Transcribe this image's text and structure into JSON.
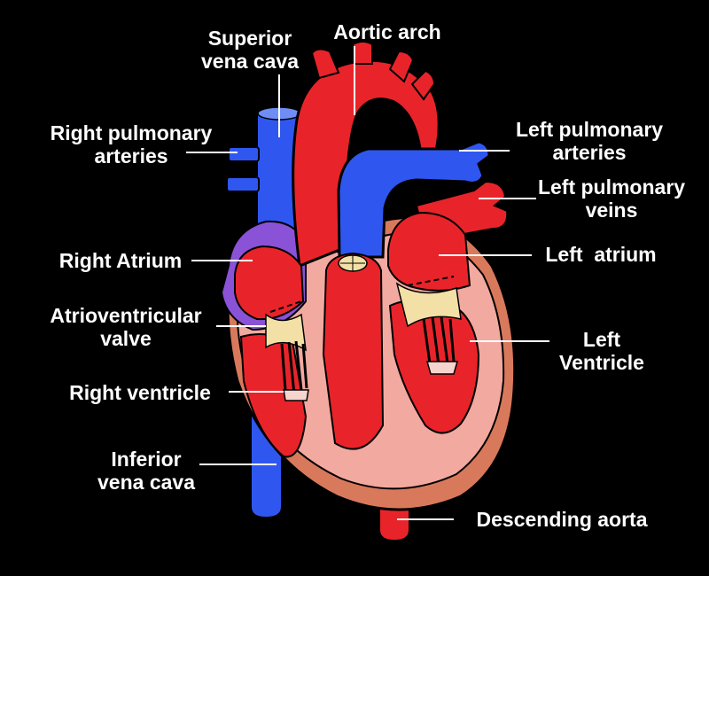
{
  "diagram": {
    "background_color": "#000000",
    "colors": {
      "oxygenated_red": "#e8242a",
      "deoxygenated_blue": "#2f57f0",
      "atrium_purple": "#8a52d6",
      "ventricle_wall_pink": "#f2a9a0",
      "outer_wall_orange": "#d9795c",
      "valve_yellow": "#f2e0a6",
      "label_white": "#ffffff"
    },
    "labels": {
      "superior_vena_cava": {
        "line1": "Superior",
        "line2": "vena cava"
      },
      "aortic_arch": {
        "line1": "Aortic arch"
      },
      "right_pulmonary_arteries": {
        "line1": "Right pulmonary",
        "line2": "arteries"
      },
      "left_pulmonary_arteries": {
        "line1": "Left pulmonary",
        "line2": "arteries"
      },
      "left_pulmonary_veins": {
        "line1": "Left pulmonary",
        "line2": "veins"
      },
      "right_atrium": {
        "line1": "Right Atrium"
      },
      "left_atrium": {
        "line1": "Left  atrium"
      },
      "atrioventricular_valve": {
        "line1": "Atrioventricular",
        "line2": "valve"
      },
      "left_ventricle": {
        "line1": "Left",
        "line2": "Ventricle"
      },
      "right_ventricle": {
        "line1": "Right ventricle"
      },
      "inferior_vena_cava": {
        "line1": "Inferior",
        "line2": "vena cava"
      },
      "descending_aorta": {
        "line1": "Descending aorta"
      }
    }
  }
}
